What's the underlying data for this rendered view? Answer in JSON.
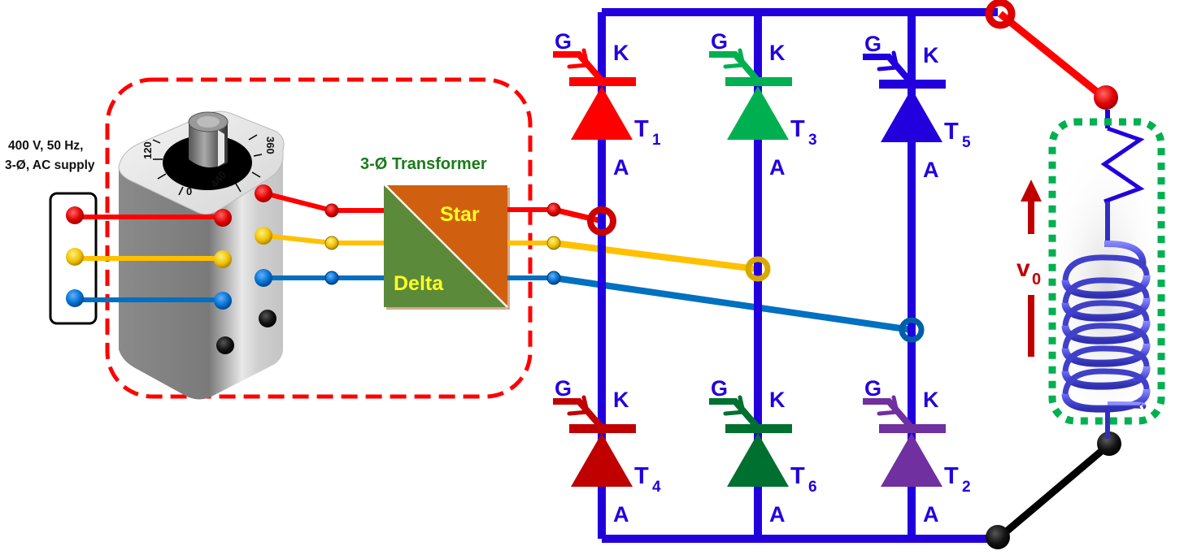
{
  "supply": {
    "line1": "400 V, 50 Hz,",
    "line2": "3-Ø, AC supply",
    "phase_colors": [
      "#ff0000",
      "#ffc000",
      "#0070c0"
    ]
  },
  "autotransformer": {
    "dial_labels": [
      "120",
      "360",
      "0",
      "440"
    ],
    "knob_icon": "rotary-knob-icon"
  },
  "transformer": {
    "title": "3-Ø Transformer",
    "primary_label": "Delta",
    "secondary_label": "Star",
    "primary_color": "#5a8a3a",
    "secondary_color": "#d06010"
  },
  "bridge": {
    "bus_color": "#2200dd",
    "thyristors": [
      {
        "id": "T1",
        "name": "T",
        "sub": "1",
        "gate": "G",
        "cathode": "K",
        "anode": "A",
        "color": "#ff0000",
        "position": "upper-left"
      },
      {
        "id": "T3",
        "name": "T",
        "sub": "3",
        "gate": "G",
        "cathode": "K",
        "anode": "A",
        "color": "#00b050",
        "position": "upper-middle"
      },
      {
        "id": "T5",
        "name": "T",
        "sub": "5",
        "gate": "G",
        "cathode": "K",
        "anode": "A",
        "color": "#2200dd",
        "position": "upper-right"
      },
      {
        "id": "T4",
        "name": "T",
        "sub": "4",
        "gate": "G",
        "cathode": "K",
        "anode": "A",
        "color": "#c00000",
        "position": "lower-left"
      },
      {
        "id": "T6",
        "name": "T",
        "sub": "6",
        "gate": "G",
        "cathode": "K",
        "anode": "A",
        "color": "#007030",
        "position": "lower-middle"
      },
      {
        "id": "T2",
        "name": "T",
        "sub": "2",
        "gate": "G",
        "cathode": "K",
        "anode": "A",
        "color": "#7030a0",
        "position": "lower-right"
      }
    ]
  },
  "load": {
    "output_voltage_label": "v",
    "output_voltage_sub": "0",
    "resistor_icon": "resistor-icon",
    "inductor_icon": "inductor-coil-icon",
    "box_color": "#00b050",
    "arrow_color": "#c00000"
  }
}
